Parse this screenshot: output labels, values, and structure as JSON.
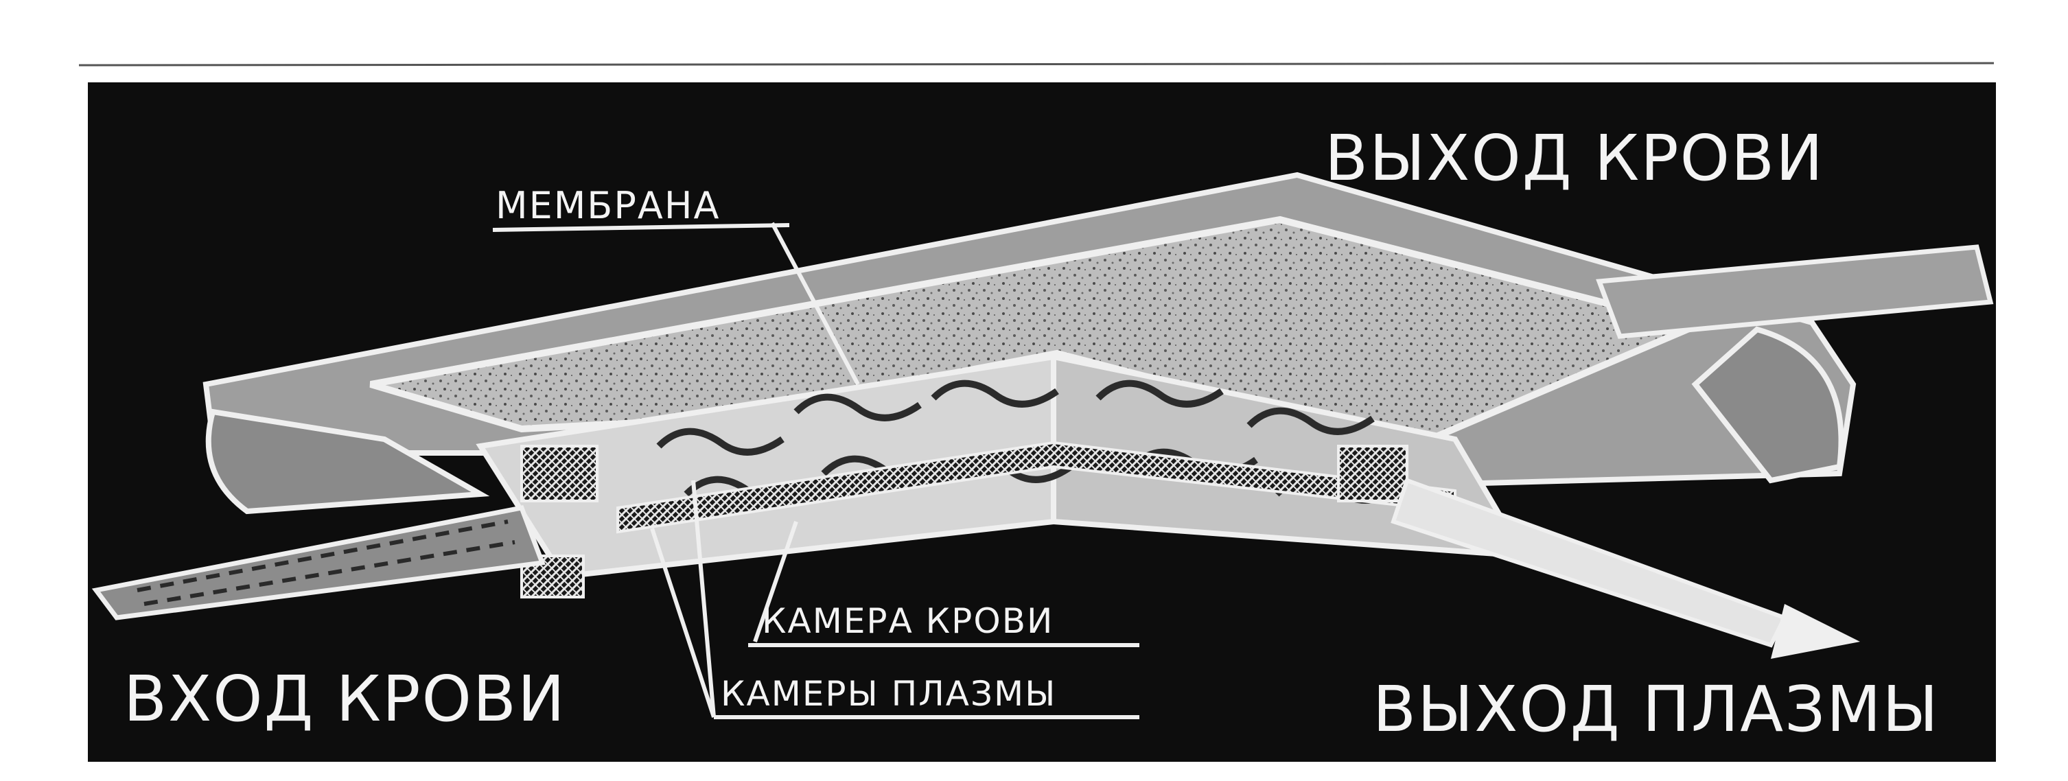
{
  "labels": {
    "blood_outlet": "ВЫХОД КРОВИ",
    "membrane": "МЕМБРАНА",
    "blood_inlet": "ВХОД КРОВИ",
    "blood_chamber": "КАМЕРА КРОВИ",
    "plasma_chambers": "КАМЕРЫ ПЛАЗМЫ",
    "plasma_outlet": "ВЫХОД ПЛАЗМЫ"
  },
  "colors": {
    "background": "#0d0d0d",
    "line": "#efefef",
    "panel": "#cfcfcf"
  }
}
